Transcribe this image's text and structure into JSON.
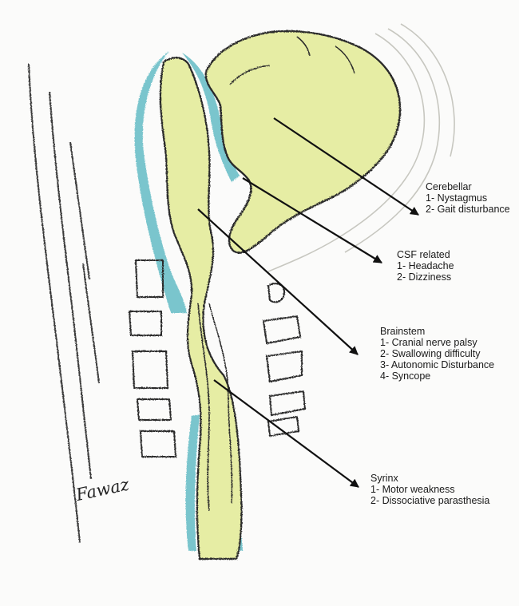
{
  "colors": {
    "tissue_fill": "#e6eda4",
    "csf_tint": "#4fb4be",
    "outline": "#2a2a2a",
    "arrow": "#111111"
  },
  "labels": {
    "cerebellar": {
      "title": "Cerebellar",
      "items": [
        "1- Nystagmus",
        "2- Gait disturbance"
      ]
    },
    "csf": {
      "title": "CSF related",
      "items": [
        "1- Headache",
        "2- Dizziness"
      ]
    },
    "brainstem": {
      "title": "Brainstem",
      "items": [
        "1- Cranial nerve palsy",
        "2- Swallowing difficulty",
        "3- Autonomic Disturbance",
        "4- Syncope"
      ]
    },
    "syrinx": {
      "title": "Syrinx",
      "items": [
        "1- Motor weakness",
        "2- Dissociative parasthesia"
      ]
    }
  },
  "signature": "Fawaz"
}
